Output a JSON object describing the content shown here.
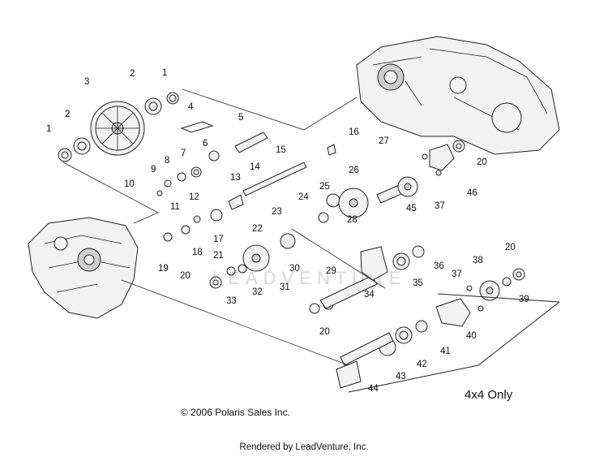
{
  "diagram": {
    "callouts": [
      "1",
      "2",
      "3",
      "2",
      "1",
      "4",
      "5",
      "6",
      "7",
      "8",
      "9",
      "10",
      "11",
      "12",
      "13",
      "14",
      "15",
      "16",
      "17",
      "18",
      "19",
      "20",
      "21",
      "22",
      "23",
      "24",
      "25",
      "26",
      "27",
      "28",
      "29",
      "30",
      "31",
      "32",
      "33",
      "34",
      "35",
      "36",
      "37",
      "38",
      "20",
      "39",
      "20",
      "40",
      "41",
      "42",
      "43",
      "44",
      "45",
      "46",
      "37",
      "20"
    ],
    "watermark": "LEADVENTURE",
    "option_label": "4x4 Only",
    "copyright": "© 2006 Polaris Sales Inc.",
    "footer": "Rendered by LeadVenture, Inc."
  }
}
